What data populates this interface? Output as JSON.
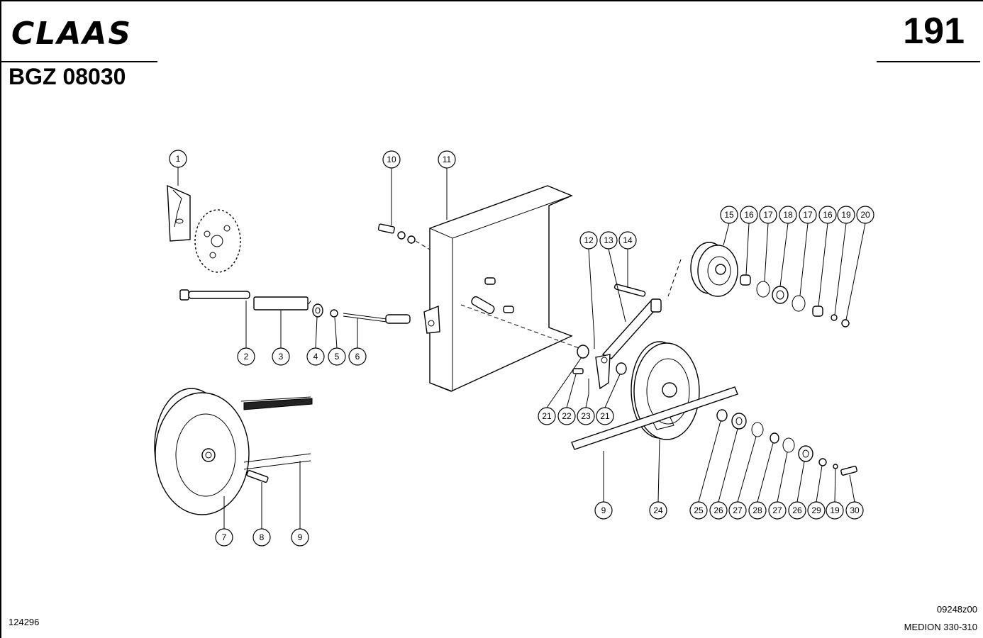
{
  "header": {
    "brand": "CLAAS",
    "page_number": "191",
    "doc_code": "BGZ 08030"
  },
  "footer": {
    "left_code": "124296",
    "right_code": "09248z00",
    "model": "MEDION 330-310"
  },
  "callouts": [
    {
      "id": "c1",
      "label": "1"
    },
    {
      "id": "c2",
      "label": "2"
    },
    {
      "id": "c3",
      "label": "3"
    },
    {
      "id": "c4",
      "label": "4"
    },
    {
      "id": "c5",
      "label": "5"
    },
    {
      "id": "c6",
      "label": "6"
    },
    {
      "id": "c7",
      "label": "7"
    },
    {
      "id": "c8",
      "label": "8"
    },
    {
      "id": "c9a",
      "label": "9"
    },
    {
      "id": "c9b",
      "label": "9"
    },
    {
      "id": "c10",
      "label": "10"
    },
    {
      "id": "c11",
      "label": "11"
    },
    {
      "id": "c12",
      "label": "12"
    },
    {
      "id": "c13",
      "label": "13"
    },
    {
      "id": "c14",
      "label": "14"
    },
    {
      "id": "c15",
      "label": "15"
    },
    {
      "id": "c16a",
      "label": "16"
    },
    {
      "id": "c17a",
      "label": "17"
    },
    {
      "id": "c18",
      "label": "18"
    },
    {
      "id": "c17b",
      "label": "17"
    },
    {
      "id": "c16b",
      "label": "16"
    },
    {
      "id": "c19a",
      "label": "19"
    },
    {
      "id": "c20",
      "label": "20"
    },
    {
      "id": "c21a",
      "label": "21"
    },
    {
      "id": "c22",
      "label": "22"
    },
    {
      "id": "c23",
      "label": "23"
    },
    {
      "id": "c21b",
      "label": "21"
    },
    {
      "id": "c24",
      "label": "24"
    },
    {
      "id": "c25",
      "label": "25"
    },
    {
      "id": "c26a",
      "label": "26"
    },
    {
      "id": "c27a",
      "label": "27"
    },
    {
      "id": "c28",
      "label": "28"
    },
    {
      "id": "c27b",
      "label": "27"
    },
    {
      "id": "c26b",
      "label": "26"
    },
    {
      "id": "c29",
      "label": "29"
    },
    {
      "id": "c19b",
      "label": "19"
    },
    {
      "id": "c30",
      "label": "30"
    }
  ]
}
